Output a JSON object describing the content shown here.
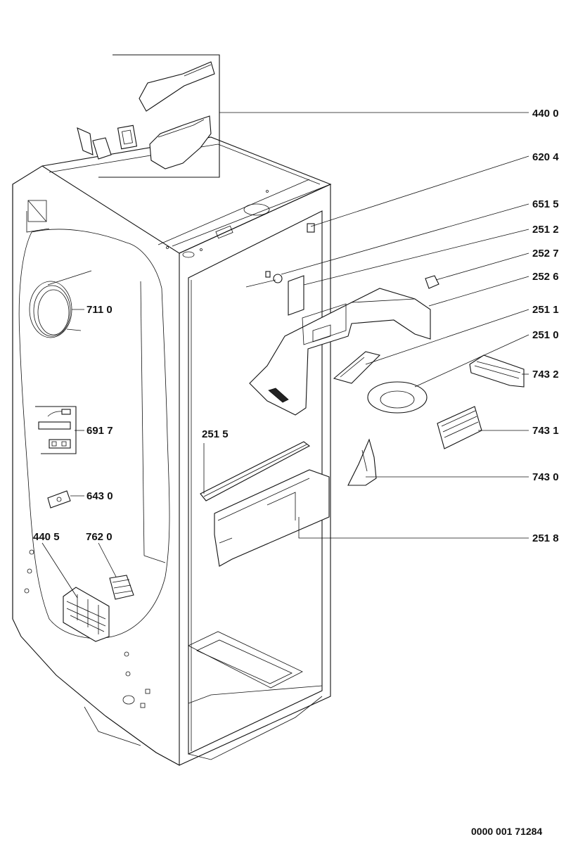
{
  "labels": {
    "l4400": "440 0",
    "l6204": "620 4",
    "l6515": "651 5",
    "l2512": "251 2",
    "l2527": "252 7",
    "l2526": "252 6",
    "l2511": "251 1",
    "l2510": "251 0",
    "l7432": "743 2",
    "l7431": "743 1",
    "l7430": "743 0",
    "l2518": "251 8",
    "l2515": "251 5",
    "l7110": "711 0",
    "l6917": "691 7",
    "l6430": "643 0",
    "l4405": "440 5",
    "l7620": "762 0"
  },
  "reference_code": "0000 001 71284"
}
